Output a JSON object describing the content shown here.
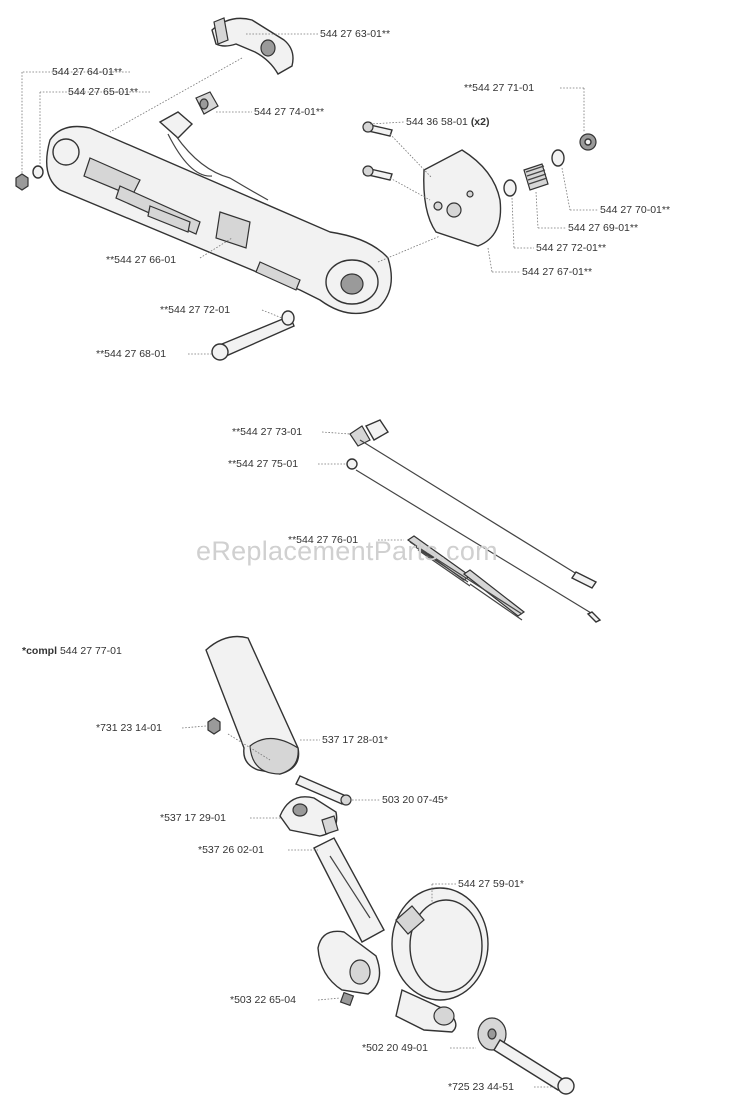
{
  "watermark": "eReplacementParts.com",
  "group": {
    "prefix": "*compl",
    "number": "544 27 77-01"
  },
  "labels": {
    "p1": "544 27 63-01**",
    "p2": "544 27 64-01**",
    "p3": "544 27 65-01**",
    "p4": "544 27 74-01**",
    "p5": "**544 27 71-01",
    "p6": "544 36 58-01",
    "p6_qty": "(x2)",
    "p7": "544 27 70-01**",
    "p8": "544 27 69-01**",
    "p9": "544 27 72-01**",
    "p10": "544 27 67-01**",
    "p11": "**544 27 66-01",
    "p12": "**544 27 72-01",
    "p13": "**544 27 68-01",
    "p14": "**544 27 73-01",
    "p15": "**544 27 75-01",
    "p16": "**544 27 76-01",
    "p17": "*731 23 14-01",
    "p18": "537 17 28-01*",
    "p19": "503 20 07-45*",
    "p20": "*537 17 29-01",
    "p21": "*537 26 02-01",
    "p22": "544 27 59-01*",
    "p23": "*503 22 65-04",
    "p24": "*502 20 49-01",
    "p25": "*725 23 44-51"
  }
}
